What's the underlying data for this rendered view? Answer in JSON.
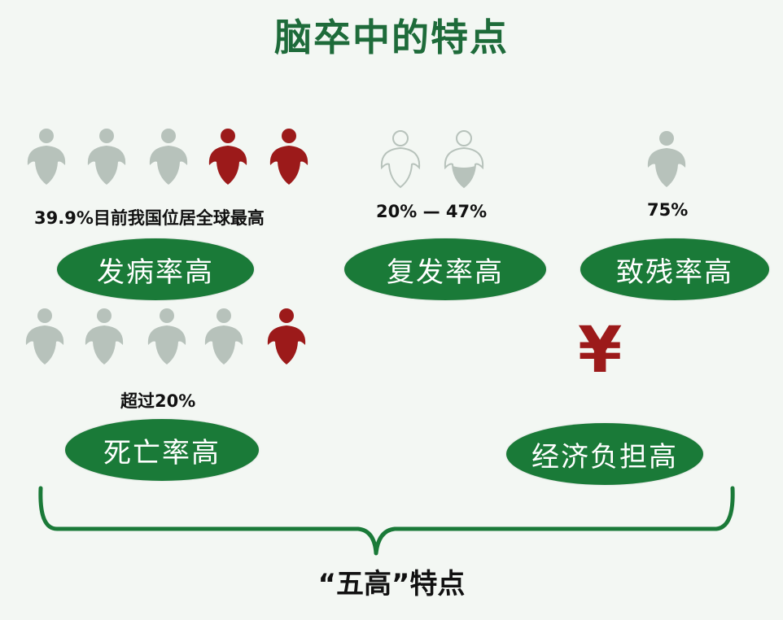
{
  "title": "脑卒中的特点",
  "sections": {
    "incidence": {
      "stat": "39.9%目前我国位居全球最高",
      "label": "发病率高"
    },
    "recurrence": {
      "stat": "20% — 47%",
      "label": "复发率高"
    },
    "disability": {
      "stat": "75%",
      "label": "致残率高"
    },
    "mortality": {
      "stat": "超过20%",
      "label": "死亡率高"
    },
    "economic": {
      "symbol": "¥",
      "label": "经济负担高"
    }
  },
  "footer": "“五高”特点",
  "colors": {
    "green": "#1a7a38",
    "title_green": "#1e6b3a",
    "person_gray": "#b7c2bb",
    "person_red": "#9c1a1a"
  }
}
